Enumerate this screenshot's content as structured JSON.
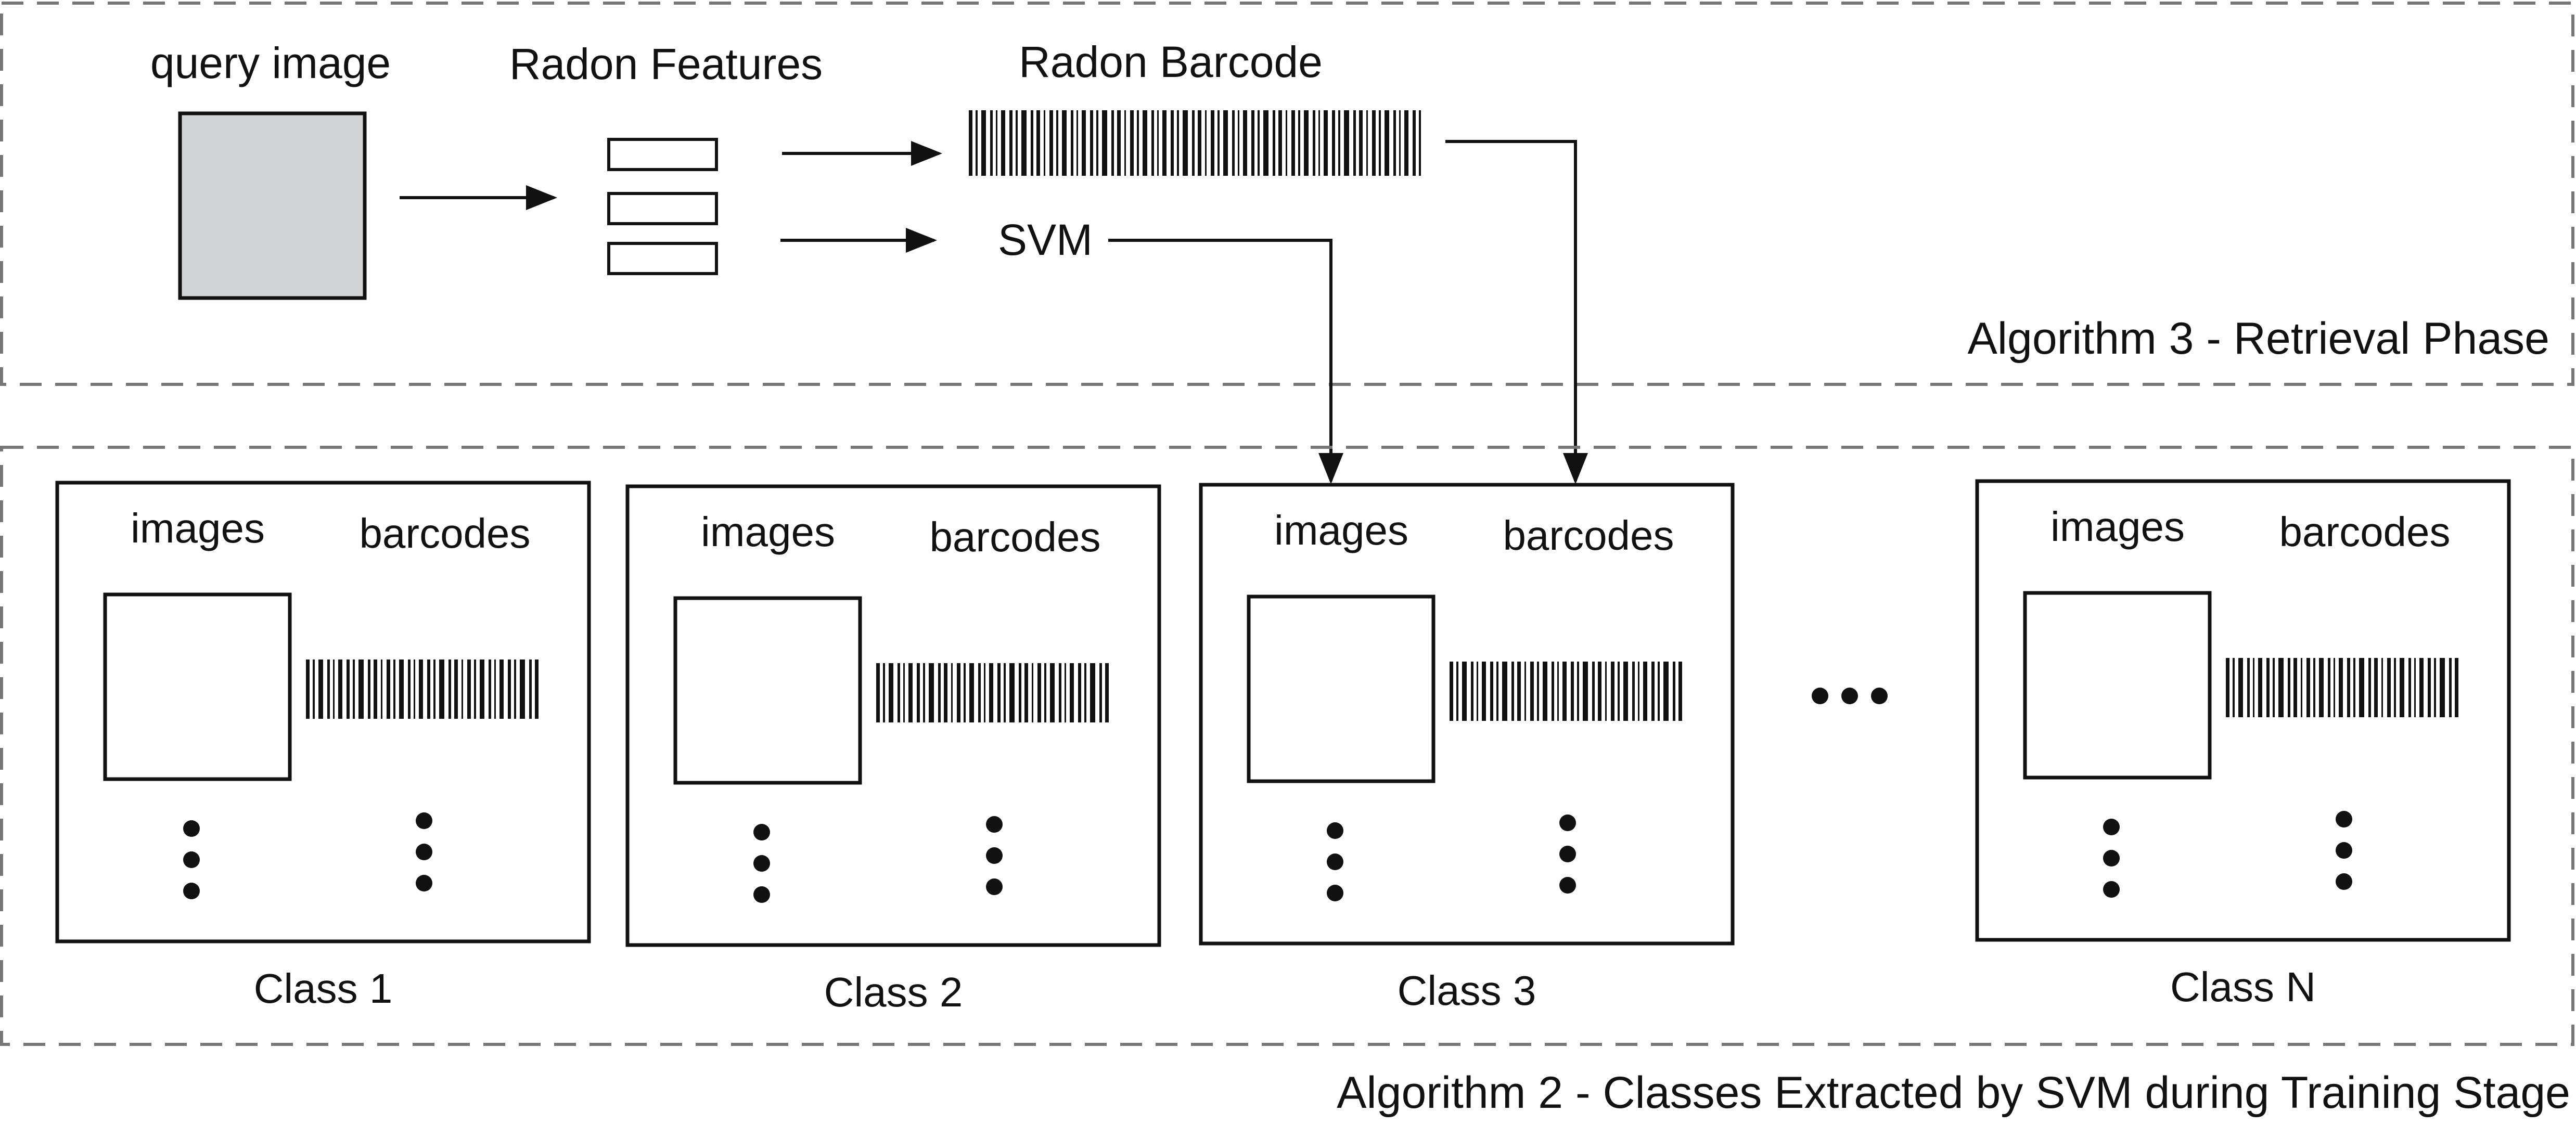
{
  "retrieval": {
    "label": "Algorithm 3 - Retrieval Phase",
    "query_image_label": "query image",
    "radon_features_label": "Radon Features",
    "radon_barcode_label": "Radon Barcode",
    "svm_label": "SVM"
  },
  "training": {
    "label": "Algorithm 2 - Classes Extracted by SVM during Training Stage",
    "classes": [
      {
        "images_label": "images",
        "barcodes_label": "barcodes",
        "name": "Class 1"
      },
      {
        "images_label": "images",
        "barcodes_label": "barcodes",
        "name": "Class 2"
      },
      {
        "images_label": "images",
        "barcodes_label": "barcodes",
        "name": "Class 3"
      },
      {
        "images_label": "images",
        "barcodes_label": "barcodes",
        "name": "Class N"
      }
    ]
  },
  "colors": {
    "stroke": "#111111",
    "query_fill": "#d1d3d4",
    "dashed_border": "#777777"
  }
}
